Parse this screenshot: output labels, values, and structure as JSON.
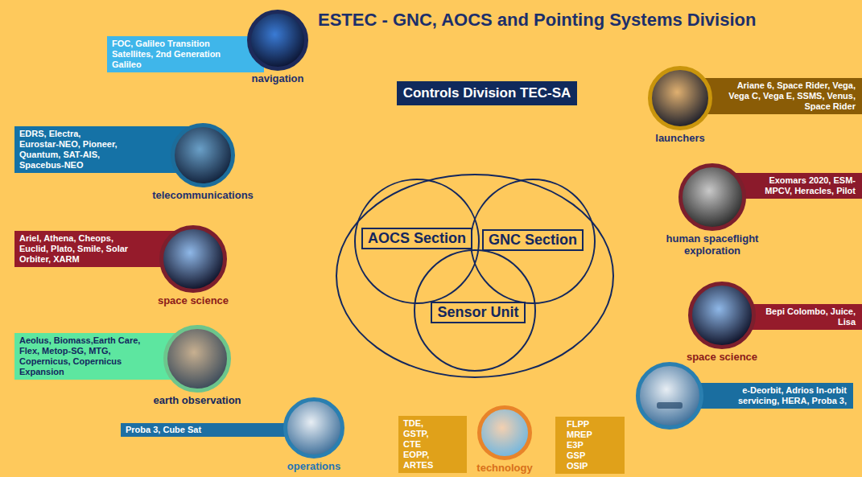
{
  "diagram": {
    "title": "ESTEC - GNC, AOCS and Pointing Systems Division",
    "nodes": [
      {
        "text": [
          "Controls Division TEC-SA"
        ]
      },
      {
        "text": [
          "AOCS Section"
        ]
      },
      {
        "text": [
          "GNC Section"
        ]
      },
      {
        "text": [
          "Sensor Unit"
        ]
      },
      {
        "text": [
          "FOC, Galileo Transition Satellites, 2nd Generation Galileo"
        ]
      },
      {
        "text": [
          "navigation"
        ]
      },
      {
        "text": [
          "Ariane 6, Space Rider, Vega, Vega C, Vega E, SSMS, Venus, Space Rider"
        ]
      },
      {
        "text": [
          "launchers"
        ]
      },
      {
        "text": [
          "EDRS, Electra, Eurostar-NEO, Pioneer, Quantum, SAT-AIS, Spacebus-NEO"
        ]
      },
      {
        "text": [
          "telecommunications"
        ]
      },
      {
        "text": [
          "Exomars 2020, ESM-MPCV, Heracles, Pilot"
        ]
      },
      {
        "text": [
          "human spaceflight exploration"
        ]
      },
      {
        "text": [
          "Ariel, Athena, Cheops, Euclid, Plato, Smile, Solar Orbiter, XARM"
        ]
      },
      {
        "text": [
          "space science"
        ]
      },
      {
        "text": [
          "Bepi Colombo, Juice, Lisa"
        ]
      },
      {
        "text": [
          "space science"
        ]
      },
      {
        "text": [
          "Aeolus, Biomass,Earth Care, Flex, Metop-SG, MTG, Copernicus, Copernicus Expansion"
        ]
      },
      {
        "text": [
          "earth observation"
        ]
      },
      {
        "text": [
          "e-Deorbit, Adrios In-orbit servicing, HERA, Proba 3,"
        ]
      },
      {
        "text": [
          "Proba 3, Cube Sat"
        ]
      },
      {
        "text": [
          "operations"
        ]
      },
      {
        "text": [
          "TDE, GSTP, CTE EOPP, ARTES"
        ]
      },
      {
        "text": [
          "technology"
        ]
      },
      {
        "text": [
          "FLPP MREP E3P GSP OSIP"
        ]
      }
    ]
  }
}
